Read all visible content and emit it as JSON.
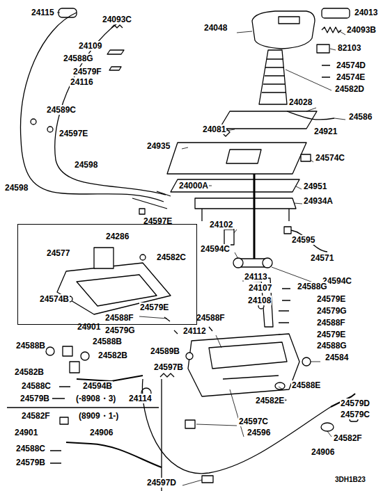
{
  "diagram": {
    "nodes": [
      {
        "text": [
          "24286",
          "24577",
          "24582C",
          "24574B"
        ]
      }
    ],
    "labels": [
      "24115",
      "24093C",
      "24013",
      "24048",
      "24093B",
      "24109",
      "82103",
      "24588G",
      "24574D",
      "24579F",
      "24116",
      "24574E",
      "24582D",
      "24028",
      "24589C",
      "24586",
      "24597E",
      "24081",
      "24921",
      "24935",
      "24574C",
      "24598",
      "24000A",
      "24951",
      "24598",
      "24934A",
      "24597E",
      "24102",
      "24595",
      "24594C",
      "24571",
      "24113",
      "24594C",
      "24588G",
      "24107",
      "24579E",
      "24108",
      "24579E",
      "24579G",
      "24588F",
      "24588F",
      "24588F",
      "24901",
      "24579G",
      "24112",
      "24579E",
      "24588B",
      "24588B",
      "24588G",
      "24582B",
      "24589B",
      "24584",
      "24582B",
      "24597B",
      "24588C",
      "24594B",
      "24588E",
      "24579B",
      "(-8908・3)",
      "24114",
      "24582E",
      "24579D",
      "24579C",
      "24582F",
      "(8909・1-)",
      "24597C",
      "24596",
      "24901",
      "24906",
      "24582F",
      "24588C",
      "24906",
      "24579B",
      "24597D",
      "3DH1B23"
    ]
  }
}
